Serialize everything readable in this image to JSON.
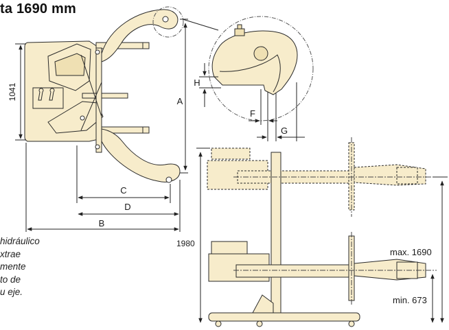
{
  "heading": "ta 1690 mm",
  "note_lines": [
    "hidráulico",
    "xtrae",
    "mente",
    "to de",
    "u eje."
  ],
  "dimensions": {
    "width_1041": "1041",
    "A": "A",
    "B": "B",
    "C": "C",
    "D": "D",
    "H": "H",
    "F": "F",
    "G": "G",
    "height_1980": "1980",
    "max_height": "max. 1690",
    "min_height": "min. 673"
  },
  "colors": {
    "fill": "#f7eccb",
    "stroke": "#2a2a2a",
    "line": "#222222"
  }
}
